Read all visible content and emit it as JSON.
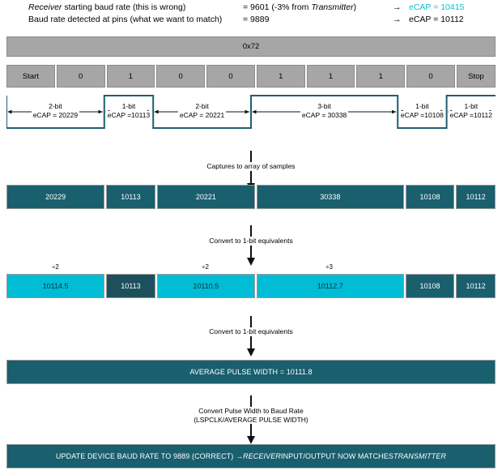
{
  "legend": {
    "rows": [
      {
        "description_pre": "Receiver",
        "description_post": " starting baud rate (this is wrong)",
        "value_pre": "= 9601 (-3% from ",
        "value_em": "Transmitter",
        "value_post": ")",
        "arrow": "→",
        "ecap": "eCAP = 10415",
        "ecap_color": "#0fbcd6"
      },
      {
        "description_pre": "",
        "description_post": "Baud rate detected at pins (what we want to match)",
        "value_pre": "= 9889",
        "value_em": "",
        "value_post": "",
        "arrow": "→",
        "ecap": "eCAP = 10112",
        "ecap_color": "#000000"
      }
    ]
  },
  "byte_bar": {
    "label": "0x72"
  },
  "bit_bar": {
    "cells": [
      {
        "label": "Start",
        "width": 10.2
      },
      {
        "label": "0",
        "width": 10.2
      },
      {
        "label": "1",
        "width": 10.2
      },
      {
        "label": "0",
        "width": 10.2
      },
      {
        "label": "0",
        "width": 10.2
      },
      {
        "label": "1",
        "width": 10.2
      },
      {
        "label": "1",
        "width": 10.2
      },
      {
        "label": "1",
        "width": 10.2
      },
      {
        "label": "0",
        "width": 10.2
      },
      {
        "label": "Stop",
        "width": 8.2
      }
    ]
  },
  "waveform": {
    "pulses": [
      {
        "bits": "2-bit",
        "ecap": "eCAP = 20229",
        "level": "low"
      },
      {
        "bits": "1-bit",
        "ecap": "eCAP =10113",
        "level": "high"
      },
      {
        "bits": "2-bit",
        "ecap": "eCAP = 20221",
        "level": "low"
      },
      {
        "bits": "3-bit",
        "ecap": "eCAP = 30338",
        "level": "high"
      },
      {
        "bits": "1-bit",
        "ecap": "eCAP =10108",
        "level": "low"
      },
      {
        "bits": "1-bit",
        "ecap": "eCAP =10112",
        "level": "high"
      }
    ]
  },
  "flows": [
    {
      "lines": [
        "Captures to array of samples"
      ]
    },
    {
      "lines": [
        "Convert to 1-bit equivalents"
      ]
    },
    {
      "lines": [
        "Convert to 1-bit equivalents"
      ]
    },
    {
      "lines": [
        "Convert Pulse Width to Baud Rate",
        "(LSPCLK/AVERAGE PULSE WIDTH)"
      ]
    }
  ],
  "capture_bar": {
    "cells": [
      {
        "value": "20229",
        "width": 20.4,
        "style": "teal"
      },
      {
        "value": "10113",
        "width": 10.2,
        "style": "teal"
      },
      {
        "value": "20221",
        "width": 20.4,
        "style": "teal"
      },
      {
        "value": "30338",
        "width": 30.6,
        "style": "teal"
      },
      {
        "value": "10108",
        "width": 10.2,
        "style": "teal"
      },
      {
        "value": "10112",
        "width": 8.2,
        "style": "teal"
      }
    ]
  },
  "divisors": [
    {
      "label": "÷2",
      "width": 20.4
    },
    {
      "label": "",
      "width": 10.2
    },
    {
      "label": "÷2",
      "width": 20.4
    },
    {
      "label": "÷3",
      "width": 30.6
    },
    {
      "label": "",
      "width": 10.2
    },
    {
      "label": "",
      "width": 8.2
    }
  ],
  "converted_bar": {
    "cells": [
      {
        "value": "10114.5",
        "width": 20.4,
        "style": "cyan"
      },
      {
        "value": "10113",
        "width": 10.2,
        "style": "darkteal"
      },
      {
        "value": "10110.5",
        "width": 20.4,
        "style": "cyan"
      },
      {
        "value": "10112.7",
        "width": 30.6,
        "style": "cyan"
      },
      {
        "value": "10108",
        "width": 10.2,
        "style": "teal"
      },
      {
        "value": "10112",
        "width": 8.2,
        "style": "teal"
      }
    ]
  },
  "average_bar": {
    "label": "AVERAGE PULSE WIDTH = 10111.8"
  },
  "final_bar": {
    "pre": "UPDATE DEVICE BAUD RATE TO 9889 (CORRECT) → ",
    "em1": "RECEIVER",
    "mid": " INPUT/OUTPUT NOW MATCHES ",
    "em2": "TRANSMITTER"
  },
  "chart_data": {
    "type": "table",
    "title": "eCAP auto-baud detection pulse capture",
    "captured_values": [
      20229,
      10113,
      20221,
      30338,
      10108,
      10112
    ],
    "bit_counts": [
      2,
      1,
      2,
      3,
      1,
      1
    ],
    "normalized_values": [
      10114.5,
      10113,
      10110.5,
      10112.7,
      10108,
      10112
    ],
    "average_pulse_width": 10111.8,
    "starting_baud_rate": 9601,
    "detected_baud_rate": 9889,
    "starting_ecap": 10415,
    "detected_ecap": 10112,
    "byte": "0x72",
    "bit_sequence": [
      "Start",
      "0",
      "1",
      "0",
      "0",
      "1",
      "1",
      "1",
      "0",
      "Stop"
    ]
  }
}
